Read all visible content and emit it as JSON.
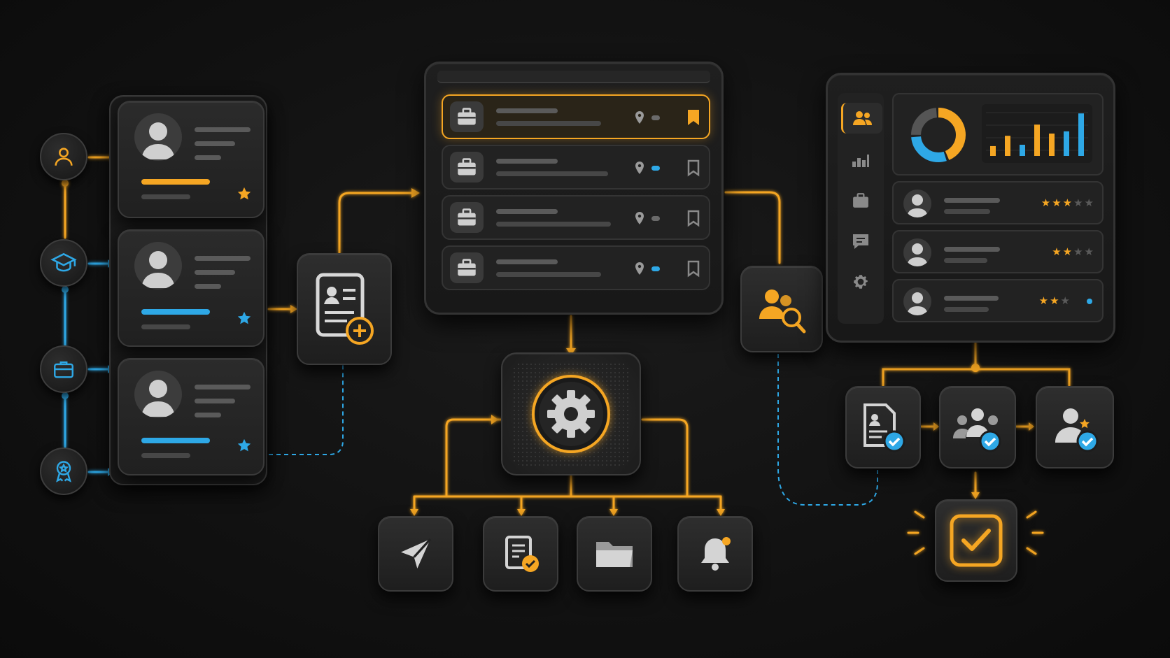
{
  "colors": {
    "accent_orange": "#f5a623",
    "accent_blue": "#2ea8e6",
    "panel_bg": "#1c1c1c",
    "skeleton": "#5a5a5a",
    "background": "#121212"
  },
  "timeline_nodes": [
    {
      "icon": "user-icon",
      "color": "#f5a623"
    },
    {
      "icon": "graduation-cap-icon",
      "color": "#2ea8e6"
    },
    {
      "icon": "briefcase-icon",
      "color": "#2ea8e6"
    },
    {
      "icon": "award-badge-icon",
      "color": "#2ea8e6"
    }
  ],
  "profile_cards": [
    {
      "accent": "#f5a623",
      "icon": "star-icon"
    },
    {
      "accent": "#2ea8e6",
      "icon": "star-icon"
    },
    {
      "accent": "#2ea8e6",
      "icon": "star-icon"
    }
  ],
  "add_resume": {
    "icon": "resume-add-icon"
  },
  "job_list": {
    "rows": [
      {
        "icon": "briefcase-icon",
        "active": true,
        "bookmarked": true
      },
      {
        "icon": "briefcase-icon",
        "active": false,
        "bookmarked": false
      },
      {
        "icon": "briefcase-icon",
        "active": false,
        "bookmarked": false
      },
      {
        "icon": "briefcase-icon",
        "active": false,
        "bookmarked": false
      }
    ]
  },
  "processor": {
    "icon": "gear-icon"
  },
  "outputs": [
    {
      "icon": "send-icon"
    },
    {
      "icon": "document-check-icon"
    },
    {
      "icon": "folder-icon"
    },
    {
      "icon": "bell-icon"
    }
  ],
  "candidate_search": {
    "icon": "people-search-icon"
  },
  "dashboard": {
    "sidebar": [
      "users-icon",
      "bar-chart-icon",
      "briefcase-icon",
      "chat-icon",
      "gear-icon"
    ],
    "donut": [
      {
        "value": 45,
        "color": "#f5a623"
      },
      {
        "value": 30,
        "color": "#2ea8e6"
      },
      {
        "value": 25,
        "color": "#555555"
      }
    ],
    "bars": [
      {
        "value": 0.22,
        "color": "#f5a623"
      },
      {
        "value": 0.45,
        "color": "#f5a623"
      },
      {
        "value": 0.25,
        "color": "#2ea8e6"
      },
      {
        "value": 0.7,
        "color": "#f5a623"
      },
      {
        "value": 0.5,
        "color": "#f5a623"
      },
      {
        "value": 0.55,
        "color": "#2ea8e6"
      },
      {
        "value": 0.95,
        "color": "#2ea8e6"
      }
    ],
    "candidates": [
      {
        "rating": 3,
        "of": 5
      },
      {
        "rating": 2,
        "of": 4
      },
      {
        "rating": 2,
        "of": 3
      }
    ]
  },
  "review_steps": [
    {
      "icon": "document-check-icon"
    },
    {
      "icon": "team-check-icon"
    },
    {
      "icon": "user-star-check-icon"
    }
  ],
  "final": {
    "icon": "checkbox-check-icon"
  }
}
